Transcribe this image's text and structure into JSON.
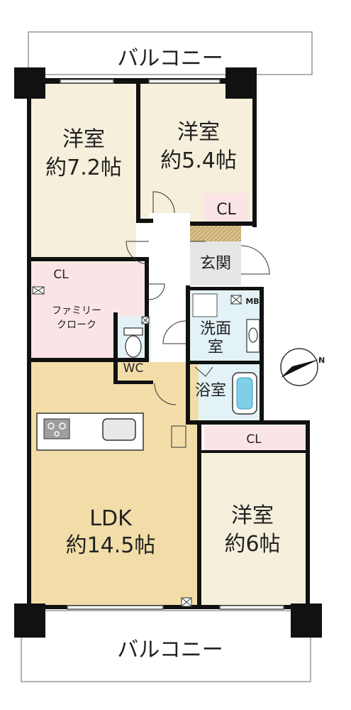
{
  "balcony_top": "バルコニー",
  "balcony_bottom": "バルコニー",
  "room_nw": {
    "name": "洋室",
    "size": "約7.2帖"
  },
  "room_ne": {
    "name": "洋室",
    "size": "約5.4帖"
  },
  "room_se": {
    "name": "洋室",
    "size": "約6帖"
  },
  "ldk": {
    "name": "LDK",
    "size": "約14.5帖"
  },
  "entrance": "玄関",
  "washroom": {
    "line1": "洗面",
    "line2": "室"
  },
  "bathroom": "浴室",
  "toilet": "WC",
  "closet_ne": "CL",
  "closet_nw": "CL",
  "closet_se": "CL",
  "family_closet": {
    "line1": "ファミリー",
    "line2": "クローク"
  },
  "meter_box": "MB",
  "compass": "N",
  "colors": {
    "bedroom_floor": "#f6efdc",
    "ldk_floor": "#f2dda9",
    "closet_floor": "#fbe4e6",
    "wet_area_floor": "#e2f2f7",
    "entrance_floor": "#e6e6e6",
    "walls": "#111111"
  }
}
